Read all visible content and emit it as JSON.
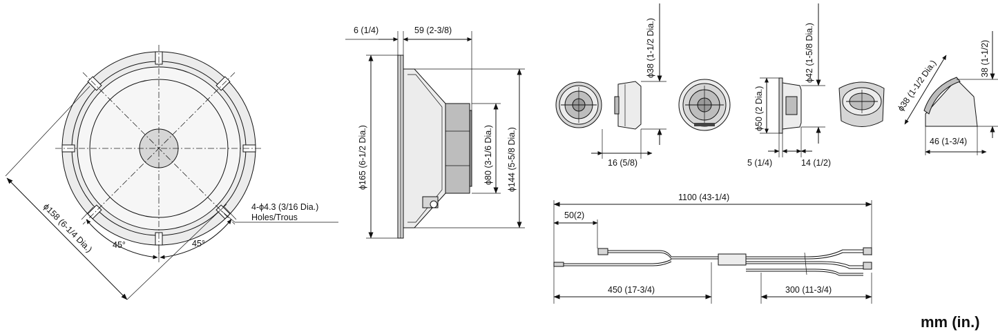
{
  "labels": {
    "woofer_front_diameter": "ϕ158 (6-1/4 Dia.)",
    "angle_left": "45°",
    "angle_right": "45°",
    "holes_line1": "4-ϕ4.3 (3/16 Dia.)",
    "holes_line2": "Holes/Trous",
    "side_depth_flange": "6 (1/4)",
    "side_depth_total": "59 (2-3/8)",
    "side_dia_165": "ϕ165 (6-1/2 Dia.)",
    "side_dia_80": "ϕ80 (3-1/6 Dia.)",
    "side_dia_144": "ϕ144 (5-5/8 Dia.)",
    "tw1_dia": "ϕ38 (1-1/2 Dia.)",
    "tw1_depth": "16 (5/8)",
    "tw2_dia_42": "ϕ42 (1-5/8 Dia.)",
    "tw2_dia_50": "ϕ50 (2 Dia.)",
    "tw2_depth_5": "5 (1/4)",
    "tw2_depth_14": "14 (1/2)",
    "tw3_dia": "ϕ38 (1-1/2 Dia.)",
    "tw3_height": "38 (1-1/2)",
    "tw3_width": "46 (1-3/4)",
    "cable_total": "1100 (43-1/4)",
    "cable_50": "50(2)",
    "cable_450": "450 (17-3/4)",
    "cable_300": "300 (11-3/4)",
    "units": "mm (in.)"
  }
}
